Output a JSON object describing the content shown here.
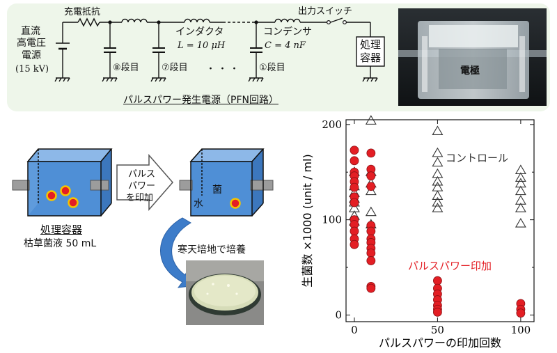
{
  "circuit": {
    "source_label_lines": [
      "直流",
      "高電圧",
      "電源"
    ],
    "source_voltage": "(15 kV)",
    "resistor_label": "充電抵抗",
    "inductor_label": "インダクタ",
    "inductor_value": "L = 10 μH",
    "capacitor_label": "コンデンサ",
    "capacitor_value": "C = 4 nF",
    "switch_label": "出力スイッチ",
    "vessel_label_lines": [
      "処理",
      "容器"
    ],
    "stage_labels": [
      "⑧段目",
      "⑦段目",
      "①段目"
    ],
    "ellipsis": "・・・",
    "caption": "パルスパワー発生電源（PFN回路）"
  },
  "photo": {
    "electrode_label": "電極"
  },
  "process": {
    "pulse_arrow_lines": [
      "パルス",
      "パワー",
      "を印加"
    ],
    "vessel_caption": "処理容器",
    "solution_caption": "枯草菌液 50 mL",
    "water_label": "水",
    "bacteria_label": "菌",
    "culture_caption": "寒天培地で培養"
  },
  "chart_data": {
    "type": "scatter",
    "title": "",
    "xlabel": "パルスパワーの印加回数",
    "ylabel": "生菌数 ×1000 (unit / ml)",
    "xlim": [
      -5,
      108
    ],
    "ylim": [
      -7,
      205
    ],
    "xticks": [
      0,
      50,
      100
    ],
    "yticks": [
      0,
      100,
      200
    ],
    "grid": false,
    "series": [
      {
        "name": "コントロール",
        "marker": "triangle-open",
        "color": "#333333",
        "points": [
          [
            0,
            98
          ],
          [
            0,
            104
          ],
          [
            0,
            112
          ],
          [
            0,
            118
          ],
          [
            0,
            122
          ],
          [
            0,
            128
          ],
          [
            0,
            135
          ],
          [
            0,
            150
          ],
          [
            10,
            204
          ],
          [
            10,
            150
          ],
          [
            10,
            138
          ],
          [
            10,
            130
          ],
          [
            10,
            108
          ],
          [
            10,
            95
          ],
          [
            50,
            193
          ],
          [
            50,
            170
          ],
          [
            50,
            160
          ],
          [
            50,
            148
          ],
          [
            50,
            140
          ],
          [
            50,
            134
          ],
          [
            50,
            125
          ],
          [
            50,
            118
          ],
          [
            50,
            112
          ],
          [
            100,
            152
          ],
          [
            100,
            144
          ],
          [
            100,
            138
          ],
          [
            100,
            130
          ],
          [
            100,
            120
          ],
          [
            100,
            112
          ],
          [
            100,
            96
          ]
        ]
      },
      {
        "name": "パルスパワー印加",
        "marker": "circle-filled",
        "color": "#e31e24",
        "points": [
          [
            0,
            173
          ],
          [
            0,
            162
          ],
          [
            0,
            150
          ],
          [
            0,
            146
          ],
          [
            0,
            140
          ],
          [
            0,
            134
          ],
          [
            0,
            124
          ],
          [
            0,
            118
          ],
          [
            0,
            100
          ],
          [
            0,
            95
          ],
          [
            0,
            88
          ],
          [
            0,
            80
          ],
          [
            0,
            74
          ],
          [
            10,
            170
          ],
          [
            10,
            153
          ],
          [
            10,
            146
          ],
          [
            10,
            135
          ],
          [
            10,
            94
          ],
          [
            10,
            88
          ],
          [
            10,
            80
          ],
          [
            10,
            76
          ],
          [
            10,
            70
          ],
          [
            10,
            65
          ],
          [
            10,
            57
          ],
          [
            10,
            30
          ],
          [
            10,
            28
          ],
          [
            50,
            36
          ],
          [
            50,
            28
          ],
          [
            50,
            22
          ],
          [
            50,
            16
          ],
          [
            50,
            10
          ],
          [
            50,
            6
          ],
          [
            50,
            3
          ],
          [
            100,
            12
          ],
          [
            100,
            6
          ],
          [
            100,
            2
          ]
        ]
      }
    ]
  },
  "colors": {
    "red": "#e31e24",
    "water": "#4f8fd6",
    "arrow": "#3d7cc9",
    "panel": "#eef6ea"
  }
}
